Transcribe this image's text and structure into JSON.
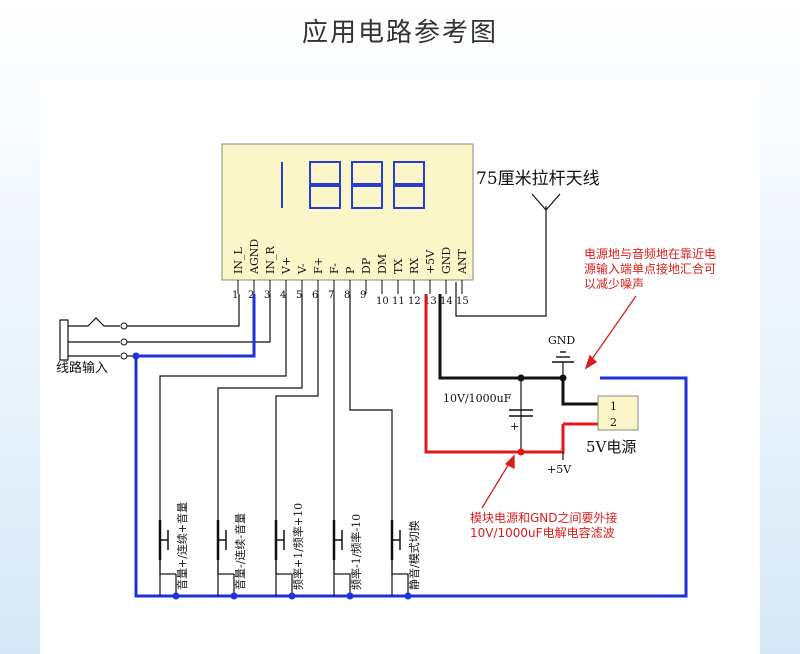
{
  "page": {
    "title": "应用电路参考图"
  },
  "module": {
    "display_digits": "1888",
    "pins": [
      {
        "num": "1",
        "label": "IN_L"
      },
      {
        "num": "2",
        "label": "AGND"
      },
      {
        "num": "3",
        "label": "IN_R"
      },
      {
        "num": "4",
        "label": "V+"
      },
      {
        "num": "5",
        "label": "V-"
      },
      {
        "num": "6",
        "label": "F+"
      },
      {
        "num": "7",
        "label": "F-"
      },
      {
        "num": "8",
        "label": "P"
      },
      {
        "num": "9",
        "label": "DP"
      },
      {
        "num": "10",
        "label": "DM"
      },
      {
        "num": "11",
        "label": "TX"
      },
      {
        "num": "12",
        "label": "RX"
      },
      {
        "num": "13",
        "label": "+5V"
      },
      {
        "num": "14",
        "label": "GND"
      },
      {
        "num": "15",
        "label": "ANT"
      }
    ]
  },
  "antenna": {
    "label": "75厘米拉杆天线"
  },
  "line_input": {
    "label": "线路输入"
  },
  "capacitor": {
    "label": "10V/1000uF",
    "plus": "+"
  },
  "gnd_symbol": {
    "label": "GND"
  },
  "power_connector": {
    "pin1": "1",
    "pin2": "2",
    "label": "5V电源",
    "plus5v": "+5V"
  },
  "annotations": {
    "ground_note": [
      "电源地与音频地在靠近电",
      "源输入端单点接地汇合可",
      "以减少噪声"
    ],
    "cap_note": [
      "模块电源和GND之间要外接",
      "10V/1000uF电解电容滤波"
    ]
  },
  "buttons": [
    {
      "label": "音量+/连续+音量"
    },
    {
      "label": "音量-/连续-音量"
    },
    {
      "label": "频率+1/频率+10"
    },
    {
      "label": "频率-1/频率-10"
    },
    {
      "label": "静音/模式切换"
    }
  ],
  "colors": {
    "wire_blue": "#1e32d8",
    "wire_red": "#e01818",
    "wire_black": "#111111",
    "module_fill": "#fbf6c8",
    "segment_blue": "#2a3bd6",
    "note_red": "#d81e1e"
  }
}
